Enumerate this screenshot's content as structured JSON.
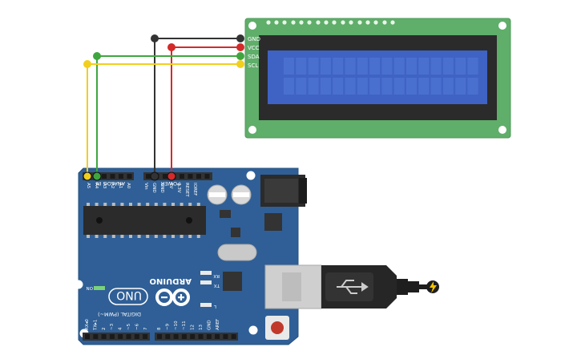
{
  "lcd": {
    "pins": [
      "GND",
      "VCC",
      "SDA",
      "SCL"
    ],
    "board_color": "#5fae6a",
    "screen_color": "#3f63c4"
  },
  "arduino": {
    "brand": "ARDUINO",
    "model": "UNO",
    "power_header_label": "POWER",
    "analog_header_label": "ANALOG IN",
    "digital_header_label": "DIGITAL (PWM~)",
    "on_label": "ON",
    "led_labels": [
      "RX",
      "TX",
      "L"
    ],
    "power_pins": [
      "Vin",
      "GND",
      "GND",
      "5V",
      "3.3V",
      "RESET",
      "IOREF"
    ],
    "analog_pins": [
      "A5",
      "A4",
      "A3",
      "A2",
      "A1",
      "A0"
    ],
    "digital_pins_a": [
      "RX◂0",
      "TX▸1",
      "2",
      "~3",
      "4",
      "~5",
      "~6",
      "7"
    ],
    "digital_pins_b": [
      "8",
      "~9",
      "~10",
      "~11",
      "12",
      "13",
      "GND",
      "AREF"
    ],
    "board_color": "#2f5f96"
  },
  "wires": [
    {
      "from": "lcd.GND",
      "to": "arduino.GND",
      "color": "#333333"
    },
    {
      "from": "lcd.VCC",
      "to": "arduino.5V",
      "color": "#d42a2a"
    },
    {
      "from": "lcd.SDA",
      "to": "arduino.A4",
      "color": "#3fa63f"
    },
    {
      "from": "lcd.SCL",
      "to": "arduino.A5",
      "color": "#f2cf1d"
    }
  ]
}
